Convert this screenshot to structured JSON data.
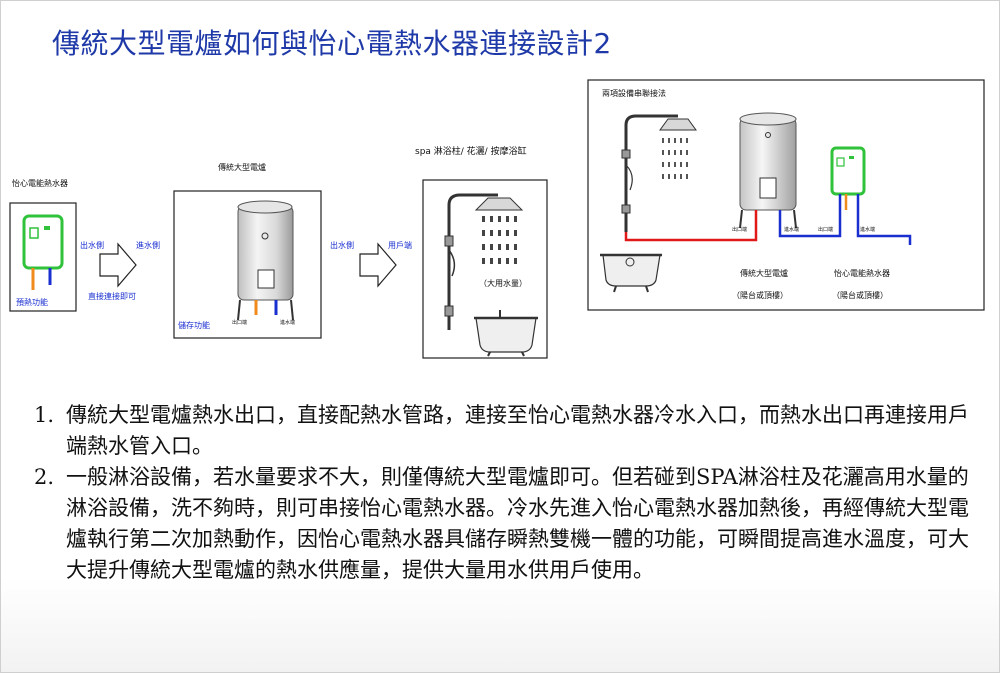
{
  "title": "傳統大型電爐如何與怡心電熱水器連接設計2",
  "diagram": {
    "heater_box": {
      "label": "怡心電能熱水器",
      "left_caption": "預熱功能"
    },
    "arrow1": {
      "out_label": "出水側",
      "in_label": "進水側",
      "caption": "直接連接即可"
    },
    "boiler_box": {
      "label": "傳統大型電爐",
      "caption": "儲存功能",
      "hot_outlet": "出口端",
      "cold_inlet": "進水端"
    },
    "arrow2": {
      "out_label": "出水側",
      "in_label": "用戶端"
    },
    "spa_box": {
      "label": "spa 淋浴柱/ 花灑/ 按摩浴缸",
      "caption": "（大用水量）"
    },
    "series_box": {
      "label": "兩項設備串聯接法",
      "boiler_port_out": "出口端",
      "boiler_port_in": "進水端",
      "heater_port_out": "出口端",
      "heater_port_in": "進水端",
      "boiler_name": "傳統大型電爐",
      "boiler_note": "（陽台或頂樓）",
      "heater_name": "怡心電能熱水器",
      "heater_note": "（陽台或頂樓）"
    },
    "colors": {
      "hot_pipe": "#e01818",
      "cold_pipe": "#1a2fd0",
      "heater_green": "#2fc23a",
      "outlet_orange": "#f08a1c"
    }
  },
  "notes": [
    {
      "num": "1.",
      "text": "傳統大型電爐熱水出口，直接配熱水管路，連接至怡心電熱水器冷水入口，而熱水出口再連接用戶端熱水管入口。"
    },
    {
      "num": "2.",
      "text": "一般淋浴設備，若水量要求不大，則僅傳統大型電爐即可。但若碰到SPA淋浴柱及花灑高用水量的淋浴設備，洗不夠時，則可串接怡心電熱水器。冷水先進入怡心電熱水器加熱後，再經傳統大型電爐執行第二次加熱動作，因怡心電熱水器具儲存瞬熱雙機一體的功能，可瞬間提高進水溫度，可大大提升傳統大型電爐的熱水供應量，提供大量用水供用戶使用。"
    }
  ]
}
